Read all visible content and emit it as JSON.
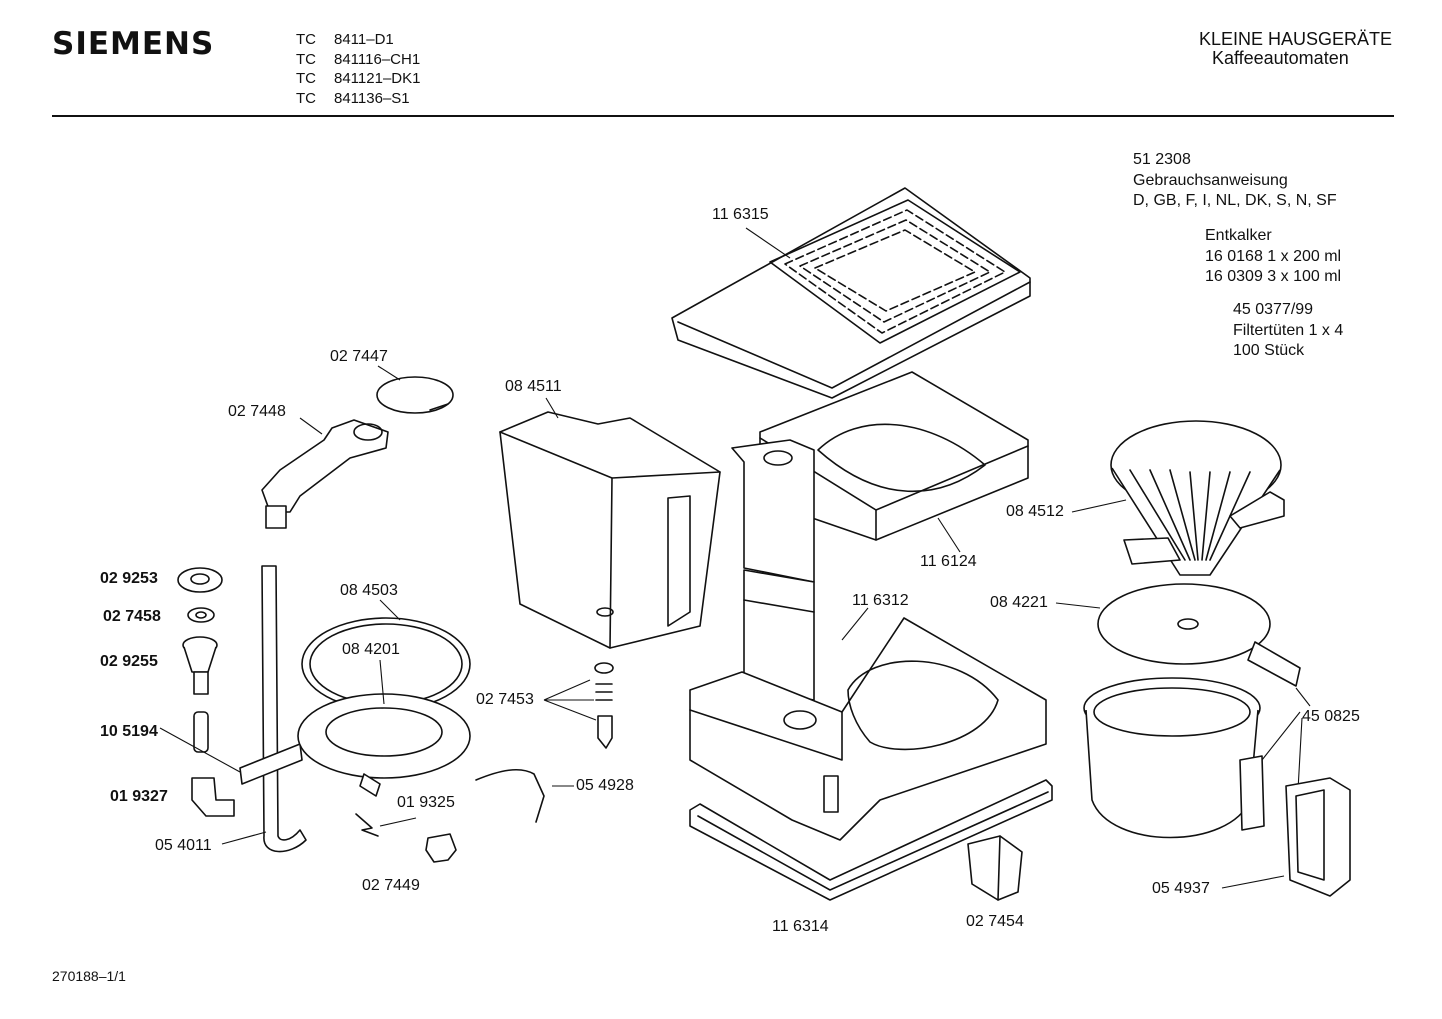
{
  "header": {
    "brand": "SIEMENS",
    "models": [
      {
        "prefix": "TC",
        "code": "8411–D1"
      },
      {
        "prefix": "TC",
        "code": "841116–CH1"
      },
      {
        "prefix": "TC",
        "code": "841121–DK1"
      },
      {
        "prefix": "TC",
        "code": "841136–S1"
      }
    ],
    "category": "KLEINE HAUSGERÄTE",
    "subcategory": "Kaffeeautomaten"
  },
  "notes": {
    "manual_code": "51 2308",
    "manual_label": "Gebrauchsanweisung",
    "manual_languages": "D, GB, F, I, NL, DK, S, N, SF",
    "descaler_label": "Entkalker",
    "descaler_1": "16 0168  1 x 200 ml",
    "descaler_2": "16 0309  3 x 100 ml",
    "filter_code": "45 0377/99",
    "filter_label": "Filtertüten 1 x 4",
    "filter_qty": "100 Stück"
  },
  "parts": {
    "p116315": "11 6315",
    "p027447": "02 7447",
    "p027448": "02 7448",
    "p084511": "08 4511",
    "p116124": "11 6124",
    "p084512": "08 4512",
    "p029253": "02 9253",
    "p027458": "02 7458",
    "p029255": "02 9255",
    "p105194": "10 5194",
    "p019327": "01 9327",
    "p054011": "05 4011",
    "p084503": "08 4503",
    "p084201": "08 4201",
    "p027453": "02 7453",
    "p019325": "01 9325",
    "p054928": "05 4928",
    "p027449": "02 7449",
    "p116312": "11 6312",
    "p084221": "08 4221",
    "p450825": "45 0825",
    "p116314": "11 6314",
    "p027454": "02 7454",
    "p054937": "05 4937"
  },
  "footer": {
    "doc_id": "270188–1/1"
  }
}
